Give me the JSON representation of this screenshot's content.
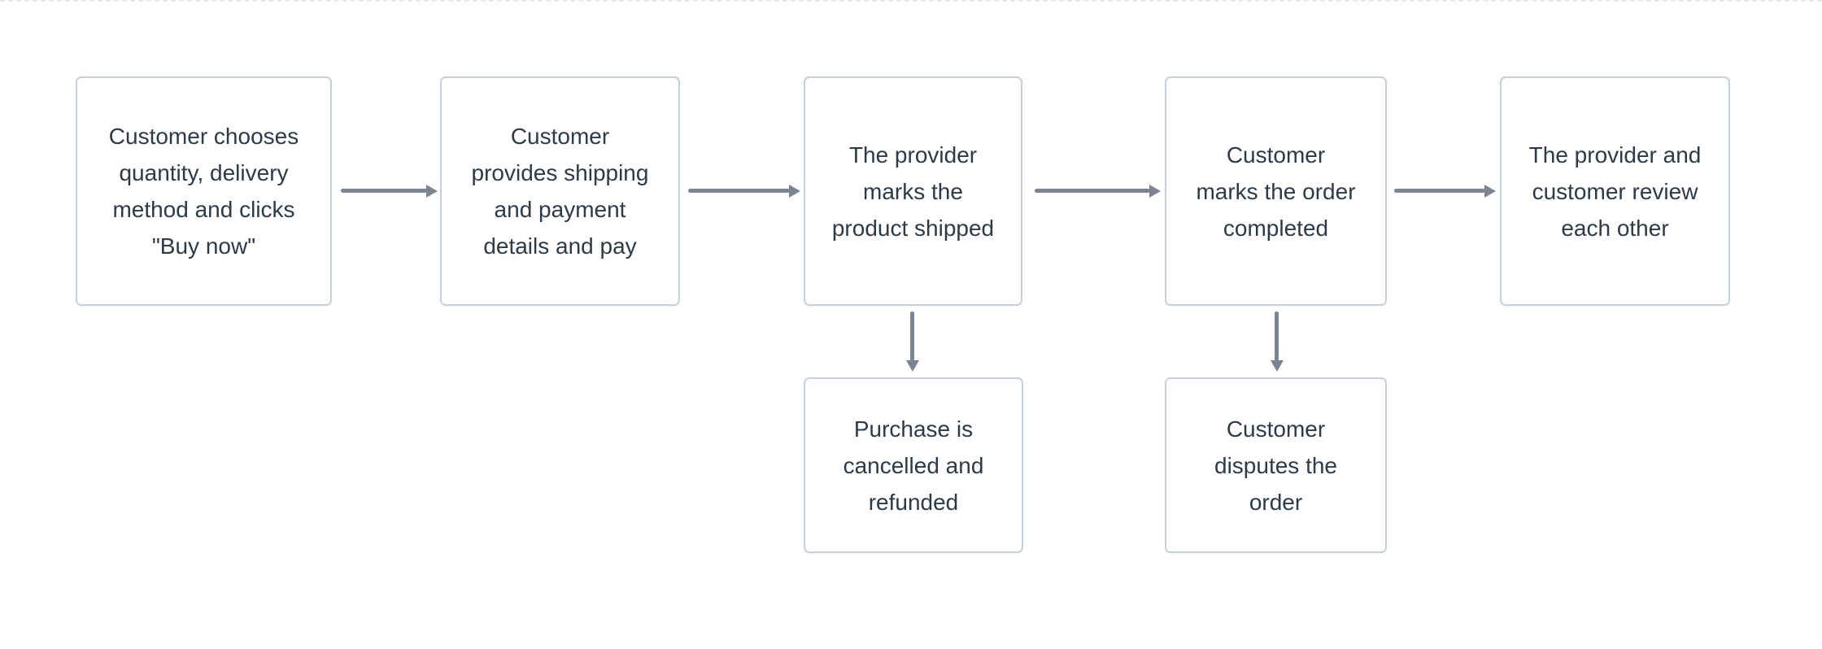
{
  "diagram": {
    "type": "flowchart",
    "description": "Order purchase lifecycle flow",
    "colors": {
      "canvas-bg": "#ffffff",
      "node-bg": "#ffffff",
      "node-border": "#c7d0d9",
      "node-text": "#2d3a48",
      "arrow": "#7b8591",
      "divider": "#e7e9ea"
    },
    "nodes": [
      {
        "id": "choose",
        "label": "Customer chooses\nquantity, delivery\nmethod and clicks\n\"Buy now\""
      },
      {
        "id": "pay",
        "label": "Customer\nprovides shipping\nand payment\ndetails and pay"
      },
      {
        "id": "shipped",
        "label": "The provider\nmarks the\nproduct shipped"
      },
      {
        "id": "completed",
        "label": "Customer\nmarks the order\ncompleted"
      },
      {
        "id": "review",
        "label": "The provider and\ncustomer review\neach other"
      },
      {
        "id": "cancelled",
        "label": "Purchase is\ncancelled and\nrefunded"
      },
      {
        "id": "disputed",
        "label": "Customer\ndisputes the\norder"
      }
    ],
    "edges": [
      {
        "from": "choose",
        "to": "pay",
        "direction": "right"
      },
      {
        "from": "pay",
        "to": "shipped",
        "direction": "right"
      },
      {
        "from": "shipped",
        "to": "completed",
        "direction": "right"
      },
      {
        "from": "completed",
        "to": "review",
        "direction": "right"
      },
      {
        "from": "shipped",
        "to": "cancelled",
        "direction": "down"
      },
      {
        "from": "completed",
        "to": "disputed",
        "direction": "down"
      }
    ]
  }
}
